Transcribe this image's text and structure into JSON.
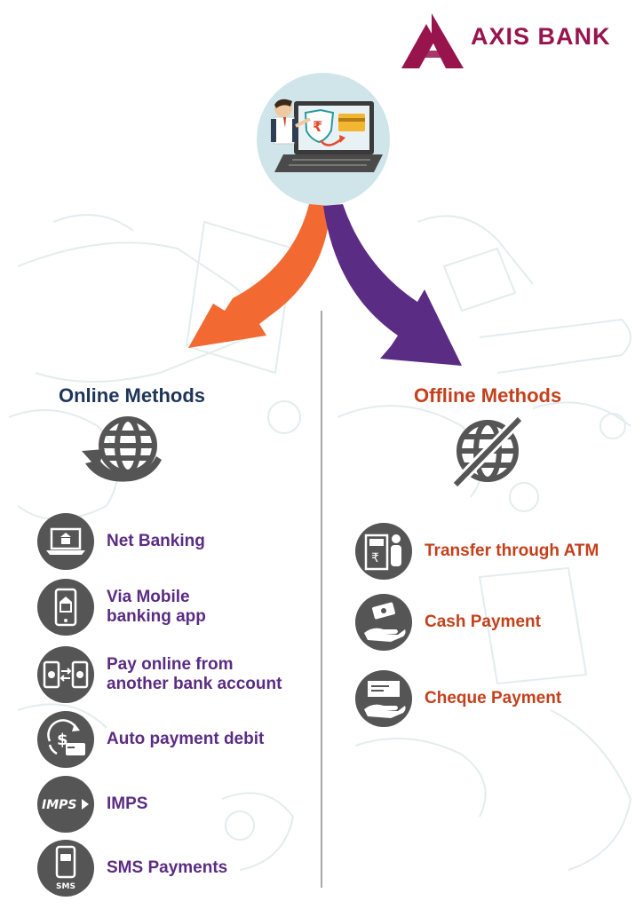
{
  "brand": {
    "name": "AXIS BANK",
    "color": "#97144d",
    "logo_icon": "axis-a-logo-icon"
  },
  "hero": {
    "icon": "man-with-laptop-payment-icon"
  },
  "colors": {
    "online_arrow": "#f26a32",
    "offline_arrow": "#5b2c83",
    "icon_circle": "#555555"
  },
  "online": {
    "title": "Online Methods",
    "icon": "globe-with-arrow-icon",
    "items": [
      {
        "icon": "laptop-bank-icon",
        "line1": "Net Banking",
        "line2": ""
      },
      {
        "icon": "mobile-bank-icon",
        "line1": "Via Mobile",
        "line2": "banking app"
      },
      {
        "icon": "phone-transfer-icon",
        "line1": "Pay online from",
        "line2": "another bank account"
      },
      {
        "icon": "auto-debit-icon",
        "line1": "Auto payment debit",
        "line2": ""
      },
      {
        "icon": "imps-logo-icon",
        "icon_text": "IMPS",
        "line1": "IMPS",
        "line2": ""
      },
      {
        "icon": "sms-phone-icon",
        "icon_text": "SMS",
        "line1": "SMS Payments",
        "line2": ""
      }
    ]
  },
  "offline": {
    "title": "Offline Methods",
    "icon": "globe-crossed-icon",
    "items": [
      {
        "icon": "atm-user-icon",
        "line1": "Transfer through ATM"
      },
      {
        "icon": "cash-hand-icon",
        "line1": "Cash Payment"
      },
      {
        "icon": "cheque-hand-icon",
        "line1": "Cheque Payment"
      }
    ]
  }
}
